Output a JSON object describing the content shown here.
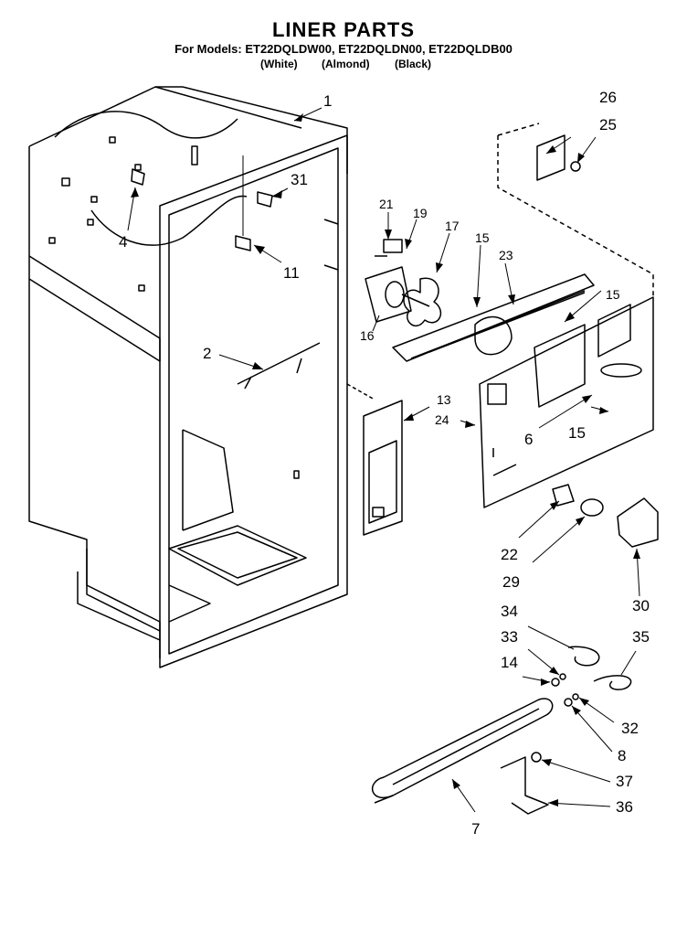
{
  "header": {
    "title": "LINER PARTS",
    "models": "For Models: ET22DQLDW00, ET22DQLDN00, ET22DQLDB00",
    "color_white": "(White)",
    "color_almond": "(Almond)",
    "color_black": "(Black)"
  },
  "callouts": {
    "p1": "1",
    "p2": "2",
    "p4": "4",
    "p6": "6",
    "p7": "7",
    "p8": "8",
    "p11": "11",
    "p13": "13",
    "p14": "14",
    "p15a": "15",
    "p15b": "15",
    "p15c": "15",
    "p16": "16",
    "p17": "17",
    "p19": "19",
    "p21": "21",
    "p22": "22",
    "p23": "23",
    "p24": "24",
    "p25": "25",
    "p26": "26",
    "p29": "29",
    "p30": "30",
    "p31": "31",
    "p32": "32",
    "p33": "33",
    "p34": "34",
    "p35": "35",
    "p36": "36",
    "p37": "37"
  }
}
